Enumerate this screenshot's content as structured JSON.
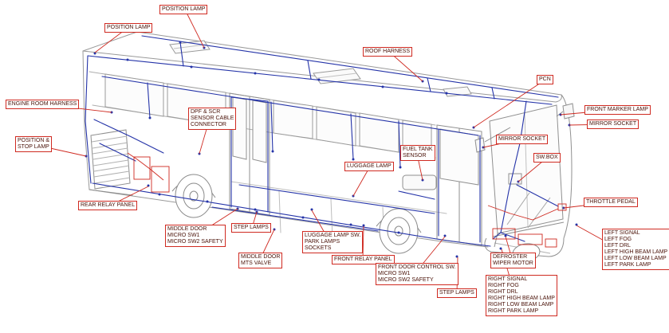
{
  "diagram": {
    "subject": "Bus electrical wiring harness layout diagram",
    "colors": {
      "label_border": "#cf2a21",
      "leader_line": "#cf2a21",
      "harness_line": "#2433a8",
      "body_line": "#999999",
      "highlight_detail": "#cf2a21"
    }
  },
  "labels": [
    {
      "id": "position-lamp-top",
      "lines": [
        "POSITION LAMP"
      ]
    },
    {
      "id": "position-lamp-rear",
      "lines": [
        "POSITION LAMP"
      ]
    },
    {
      "id": "roof-harness",
      "lines": [
        "ROOF HARNESS"
      ]
    },
    {
      "id": "pcn",
      "lines": [
        "PCN"
      ]
    },
    {
      "id": "engine-room-harness",
      "lines": [
        "ENGINE ROOM HARNESS"
      ]
    },
    {
      "id": "dpf-scr-connector",
      "lines": [
        "DPF & SCR",
        "SENSOR CABLE",
        "CONNECTOR"
      ]
    },
    {
      "id": "position-stop-lamp",
      "lines": [
        "POSITION &",
        "STOP LAMP"
      ]
    },
    {
      "id": "front-marker-lamp",
      "lines": [
        "FRONT MARKER LAMP"
      ]
    },
    {
      "id": "mirror-socket-outer",
      "lines": [
        "MIRROR SOCKET"
      ]
    },
    {
      "id": "mirror-socket-inner",
      "lines": [
        "MIRROR SOCKET"
      ]
    },
    {
      "id": "sw-box",
      "lines": [
        "SW.BOX"
      ]
    },
    {
      "id": "fuel-tank-sensor",
      "lines": [
        "FUEL TANK",
        "SENSOR"
      ]
    },
    {
      "id": "luggage-lamp",
      "lines": [
        "LUGGAGE LAMP"
      ]
    },
    {
      "id": "throttle-pedal",
      "lines": [
        "THROTTLE PEDAL"
      ]
    },
    {
      "id": "rear-relay-panel",
      "lines": [
        "REAR RELAY PANEL"
      ]
    },
    {
      "id": "middle-door-switches",
      "lines": [
        "MIDDLE DOOR",
        "MICRO SW1",
        "MICRO SW2 SAFETY"
      ]
    },
    {
      "id": "step-lamps-middle",
      "lines": [
        "STEP LAMPS"
      ]
    },
    {
      "id": "middle-door-mts-valve",
      "lines": [
        "MIDDLE DOOR",
        "MTS VALVE"
      ]
    },
    {
      "id": "luggage-lamp-sw",
      "lines": [
        "LUGGAGE LAMP SW.",
        "PARK LAMPS",
        "SOCKETS"
      ]
    },
    {
      "id": "front-relay-panel",
      "lines": [
        "FRONT RELAY PANEL"
      ]
    },
    {
      "id": "front-door-control",
      "lines": [
        "FRONT DOOR CONTROL SW.",
        "MICRO SW1",
        "MICRO SW2 SAFETY"
      ]
    },
    {
      "id": "step-lamps-front",
      "lines": [
        "STEP LAMPS"
      ]
    },
    {
      "id": "defroster-wiper",
      "lines": [
        "DEFROSTER",
        "WIPER MOTOR"
      ]
    },
    {
      "id": "right-front-lamps",
      "lines": [
        "RIGHT SIGNAL",
        "RIGHT FOG",
        "RIGHT DRL",
        "RIGHT HIGH BEAM LAMP",
        "RIGHT LOW BEAM LAMP",
        "RIGHT PARK LAMP"
      ]
    },
    {
      "id": "left-front-lamps",
      "lines": [
        "LEFT SIGNAL",
        "LEFT FOG",
        "LEFT DRL",
        "LEFT HIGH BEAM LAMP",
        "LEFT LOW BEAM LAMP",
        "LEFT PARK LAMP"
      ]
    }
  ]
}
